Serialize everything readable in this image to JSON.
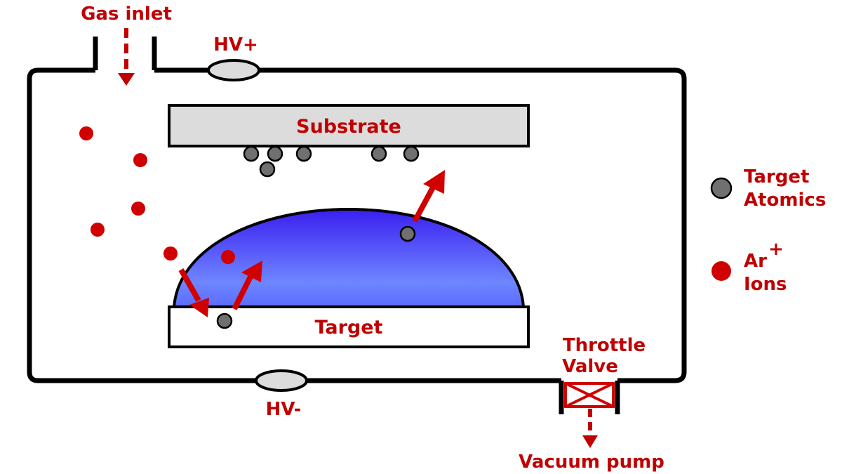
{
  "labels": {
    "gas_inlet": "Gas inlet",
    "hv_plus": "HV+",
    "hv_minus": "HV-",
    "substrate": "Substrate",
    "target": "Target",
    "throttle_line1": "Throttle",
    "throttle_line2": "Valve",
    "vacuum_pump": "Vacuum pump"
  },
  "legend": {
    "target_atoms_line1": "Target",
    "target_atoms_line2": "Atomics",
    "ar_ions_line1": "Ar",
    "ar_ions_superscript": "+",
    "ar_ions_line2": "Ions"
  },
  "colors": {
    "accent": "#c00000",
    "outline": "#000000",
    "substrate_fill": "#dcdcdc",
    "atom_fill": "#707070",
    "plasma_top": "#3a20f0",
    "plasma_bottom": "#6a8aff"
  }
}
